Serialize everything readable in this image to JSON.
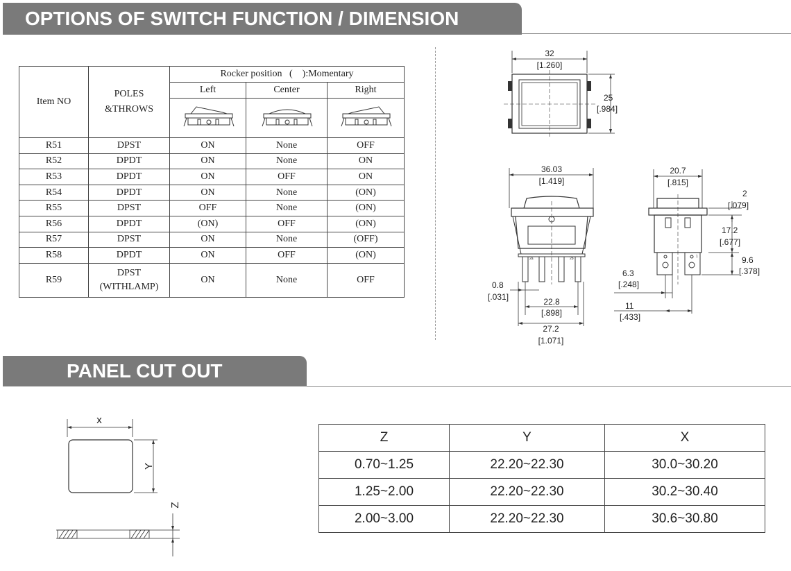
{
  "header": {
    "section1_title": "OPTIONS OF SWITCH FUNCTION / DIMENSION",
    "section2_title": "PANEL CUT OUT"
  },
  "options_table": {
    "col_item": "Item NO",
    "col_poles_line1": "POLES",
    "col_poles_line2": "&THROWS",
    "rocker_header": "Rocker position   (    ):Momentary",
    "positions": [
      "Left",
      "Center",
      "Right"
    ],
    "rows": [
      {
        "item": "R51",
        "poles": "DPST",
        "left": "ON",
        "center": "None",
        "right": "OFF"
      },
      {
        "item": "R52",
        "poles": "DPDT",
        "left": "ON",
        "center": "None",
        "right": "ON"
      },
      {
        "item": "R53",
        "poles": "DPDT",
        "left": "ON",
        "center": "OFF",
        "right": "ON"
      },
      {
        "item": "R54",
        "poles": "DPDT",
        "left": "ON",
        "center": "None",
        "right": "(ON)"
      },
      {
        "item": "R55",
        "poles": "DPST",
        "left": "OFF",
        "center": "None",
        "right": "(ON)"
      },
      {
        "item": "R56",
        "poles": "DPDT",
        "left": "(ON)",
        "center": "OFF",
        "right": "(ON)"
      },
      {
        "item": "R57",
        "poles": "DPST",
        "left": "ON",
        "center": "None",
        "right": "(OFF)"
      },
      {
        "item": "R58",
        "poles": "DPDT",
        "left": "ON",
        "center": "OFF",
        "right": "(ON)"
      }
    ],
    "lamp_row": {
      "item": "R59",
      "poles_line1": "DPST",
      "poles_line2": "(WITHLAMP)",
      "left": "ON",
      "center": "None",
      "right": "OFF"
    }
  },
  "dimensions": {
    "top_width": "32",
    "top_width_in": "[1.260]",
    "top_height": "25",
    "top_height_in": "[.984]",
    "front_width": "36.03",
    "front_width_in": "[1.419]",
    "side_width": "20.7",
    "side_width_in": "[.815]",
    "flange": "2",
    "flange_in": "[.079]",
    "body_height": "17.2",
    "body_height_in": "[.677]",
    "terminal_height": "9.6",
    "terminal_height_in": "[.378]",
    "terminal_thick": "0.8",
    "terminal_thick_in": "[.031]",
    "terminal_pitch": "22.8",
    "terminal_pitch_in": "[.898]",
    "terminal_span": "27.2",
    "terminal_span_in": "[1.071]",
    "side_pitch": "6.3",
    "side_pitch_in": "[.248]",
    "side_span": "11",
    "side_span_in": "[.433]",
    "terminal_labels": [
      "2a",
      "2b",
      "1"
    ]
  },
  "panel_cutout": {
    "label_x": "x",
    "label_y": "Y",
    "label_z": "Z",
    "headers": [
      "Z",
      "Y",
      "X"
    ],
    "rows": [
      [
        "0.70~1.25",
        "22.20~22.30",
        "30.0~30.20"
      ],
      [
        "1.25~2.00",
        "22.20~22.30",
        "30.2~30.40"
      ],
      [
        "2.00~3.00",
        "22.20~22.30",
        "30.6~30.80"
      ]
    ]
  }
}
